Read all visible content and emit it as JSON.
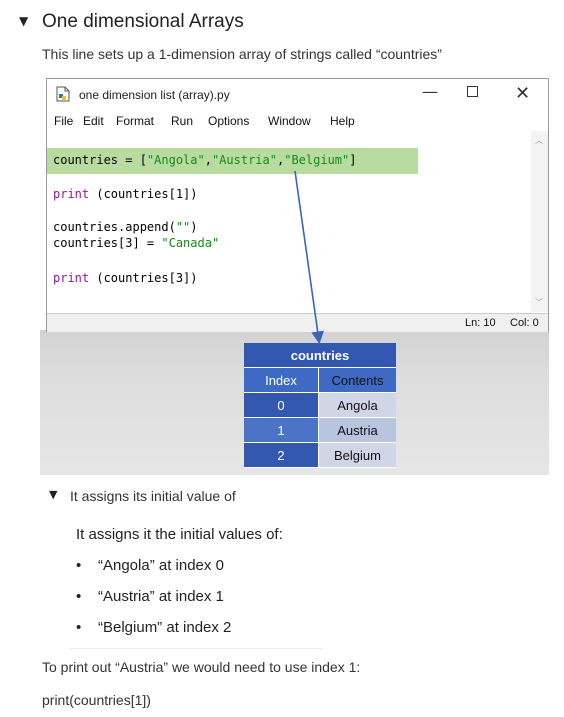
{
  "section": {
    "toggle": "▼",
    "title": "One dimensional Arrays",
    "intro": "This line sets up a 1-dimension array of strings called “countries”"
  },
  "window": {
    "title": "one dimension list (array).py",
    "minimize": "—",
    "close": "✕",
    "menu": [
      "File",
      "Edit",
      "Format",
      "Run",
      "Options",
      "Window",
      "Help"
    ],
    "status": {
      "ln": "Ln: 10",
      "col": "Col: 0"
    }
  },
  "code": {
    "l1": {
      "var": "countries = [",
      "s1": "\"Angola\"",
      "c1": ",",
      "s2": "\"Austria\"",
      "c2": ",",
      "s3": "\"Belgium\"",
      "end": "]"
    },
    "l2": {
      "kw": "print",
      "rest": " (countries[1])"
    },
    "l3": {
      "pre": "countries.append(",
      "str": "\"\"",
      "post": ")"
    },
    "l4": {
      "pre": "countries[3] = ",
      "str": "\"Canada\""
    },
    "l5": {
      "kw": "print",
      "rest": " (countries[3])"
    }
  },
  "table": {
    "caption": "countries",
    "headers": [
      "Index",
      "Contents"
    ],
    "rows": [
      {
        "index": "0",
        "content": "Angola"
      },
      {
        "index": "1",
        "content": "Austria"
      },
      {
        "index": "2",
        "content": "Belgium"
      }
    ]
  },
  "subsection": {
    "toggle": "▼",
    "title": "It assigns its initial value of",
    "lead": "It assigns it the initial values of:",
    "bullet": "•",
    "items": [
      "“Angola” at index 0",
      "“Austria” at index 1",
      "“Belgium” at index 2"
    ]
  },
  "footer": {
    "print_intro": "To print out “Austria” we would need to use index 1:",
    "print_code": "print(countries[1])"
  },
  "colors": {
    "highlight": "#b8dba0",
    "keyword": "#8c1a9e",
    "string": "#168a16",
    "table_blue": "#3358b0",
    "arrow": "#3b64b8"
  }
}
